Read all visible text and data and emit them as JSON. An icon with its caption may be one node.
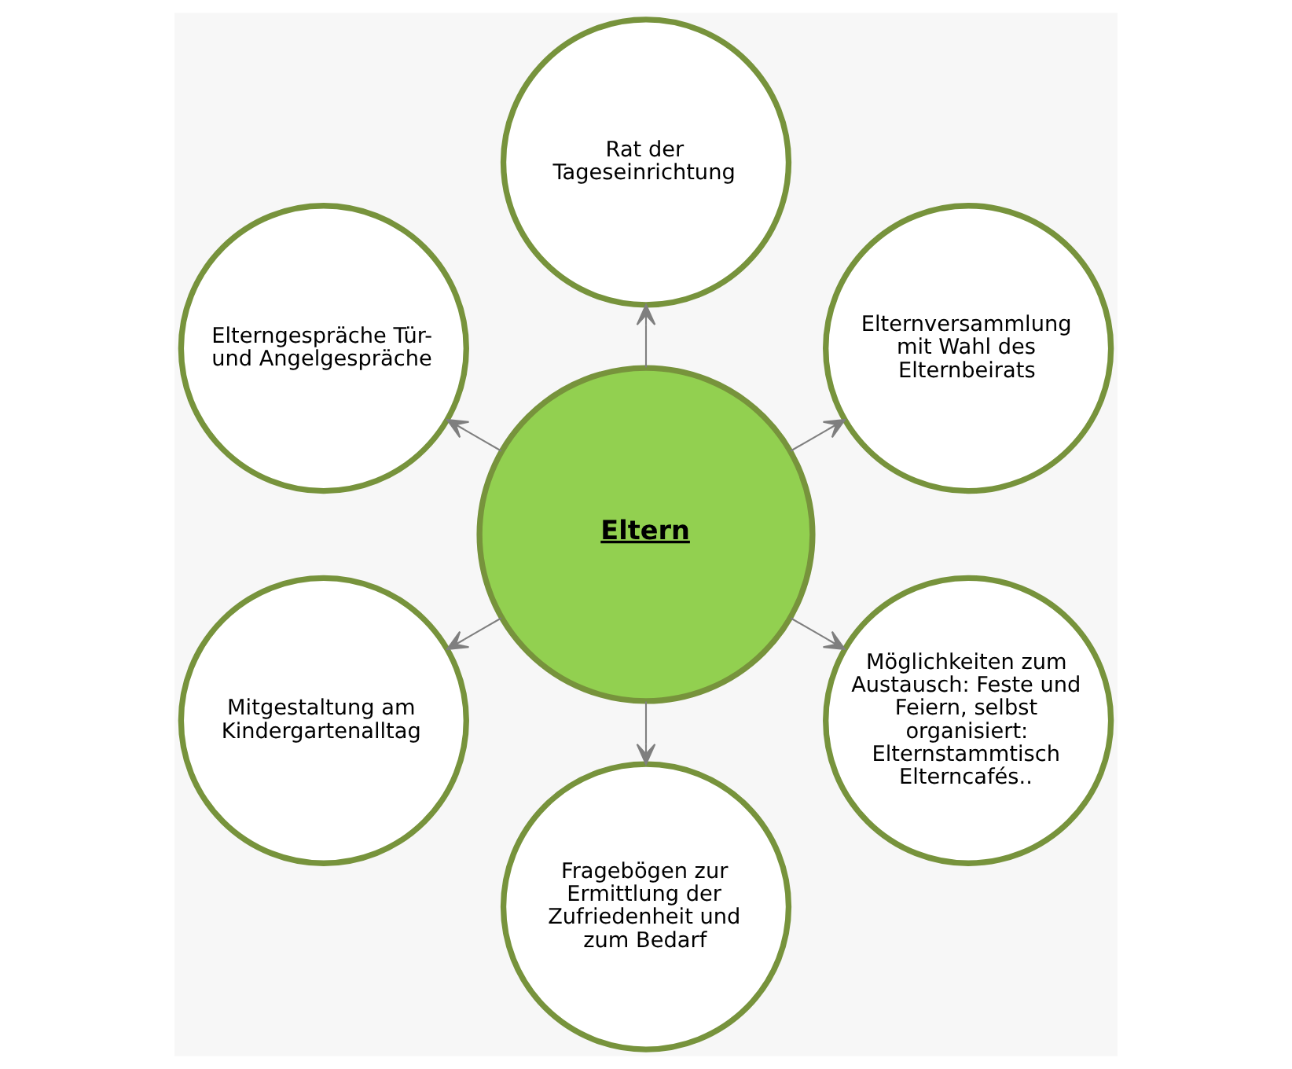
{
  "diagram": {
    "nodes": [
      {
        "text": [
          "Eltern"
        ]
      },
      {
        "text": [
          "Elternversammlung mit Wahl des Elternbeirats"
        ]
      },
      {
        "text": [
          "Rat der Tageseinrichtung"
        ]
      },
      {
        "text": [
          "Elterngespräche Tür-und Angelgespräche"
        ]
      },
      {
        "text": [
          "Mitgestaltung am Kindergartenalltag"
        ]
      },
      {
        "text": [
          "Fragebögen zur Ermittlung der Zufriedenheit und zum Bedarf"
        ]
      },
      {
        "text": [
          "Möglichkeiten zum Austausch: Feste und Feiern, selbst organisiert: Elternstammtisch Elterncafés.."
        ]
      }
    ],
    "edges": [
      {
        "from": 0,
        "to": 1,
        "arrow": "to"
      },
      {
        "from": 0,
        "to": 2,
        "arrow": "to"
      },
      {
        "from": 0,
        "to": 3,
        "arrow": "to"
      },
      {
        "from": 0,
        "to": 4,
        "arrow": "to"
      },
      {
        "from": 0,
        "to": 5,
        "arrow": "to"
      },
      {
        "from": 0,
        "to": 6,
        "arrow": "to"
      }
    ]
  }
}
